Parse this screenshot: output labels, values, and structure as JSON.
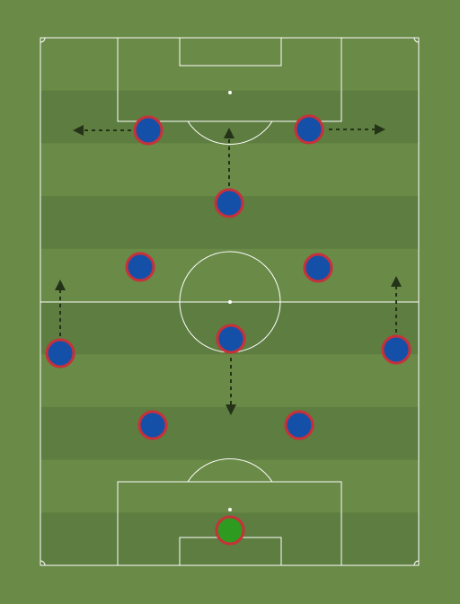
{
  "colors": {
    "background": "#6a8a47",
    "stripe_dark": "#5e7d40",
    "stripe_light": "#6a8a47",
    "lines": "#ffffff",
    "player_fill": "#1550a8",
    "player_ring": "#c8303a",
    "goalkeeper_fill": "#2e9a1f",
    "goalkeeper_ring": "#c8303a",
    "arrow": "#243318"
  },
  "formation": {
    "players": [
      {
        "role": "goalkeeper"
      },
      {
        "role": "centre-back"
      },
      {
        "role": "centre-back"
      },
      {
        "role": "left-back",
        "arrow": "up"
      },
      {
        "role": "right-back",
        "arrow": "up"
      },
      {
        "role": "defensive-midfielder",
        "arrow": "down"
      },
      {
        "role": "central-midfielder"
      },
      {
        "role": "central-midfielder"
      },
      {
        "role": "attacking-midfielder",
        "arrow": "up"
      },
      {
        "role": "forward",
        "arrow": "left"
      },
      {
        "role": "forward",
        "arrow": "right"
      }
    ]
  }
}
